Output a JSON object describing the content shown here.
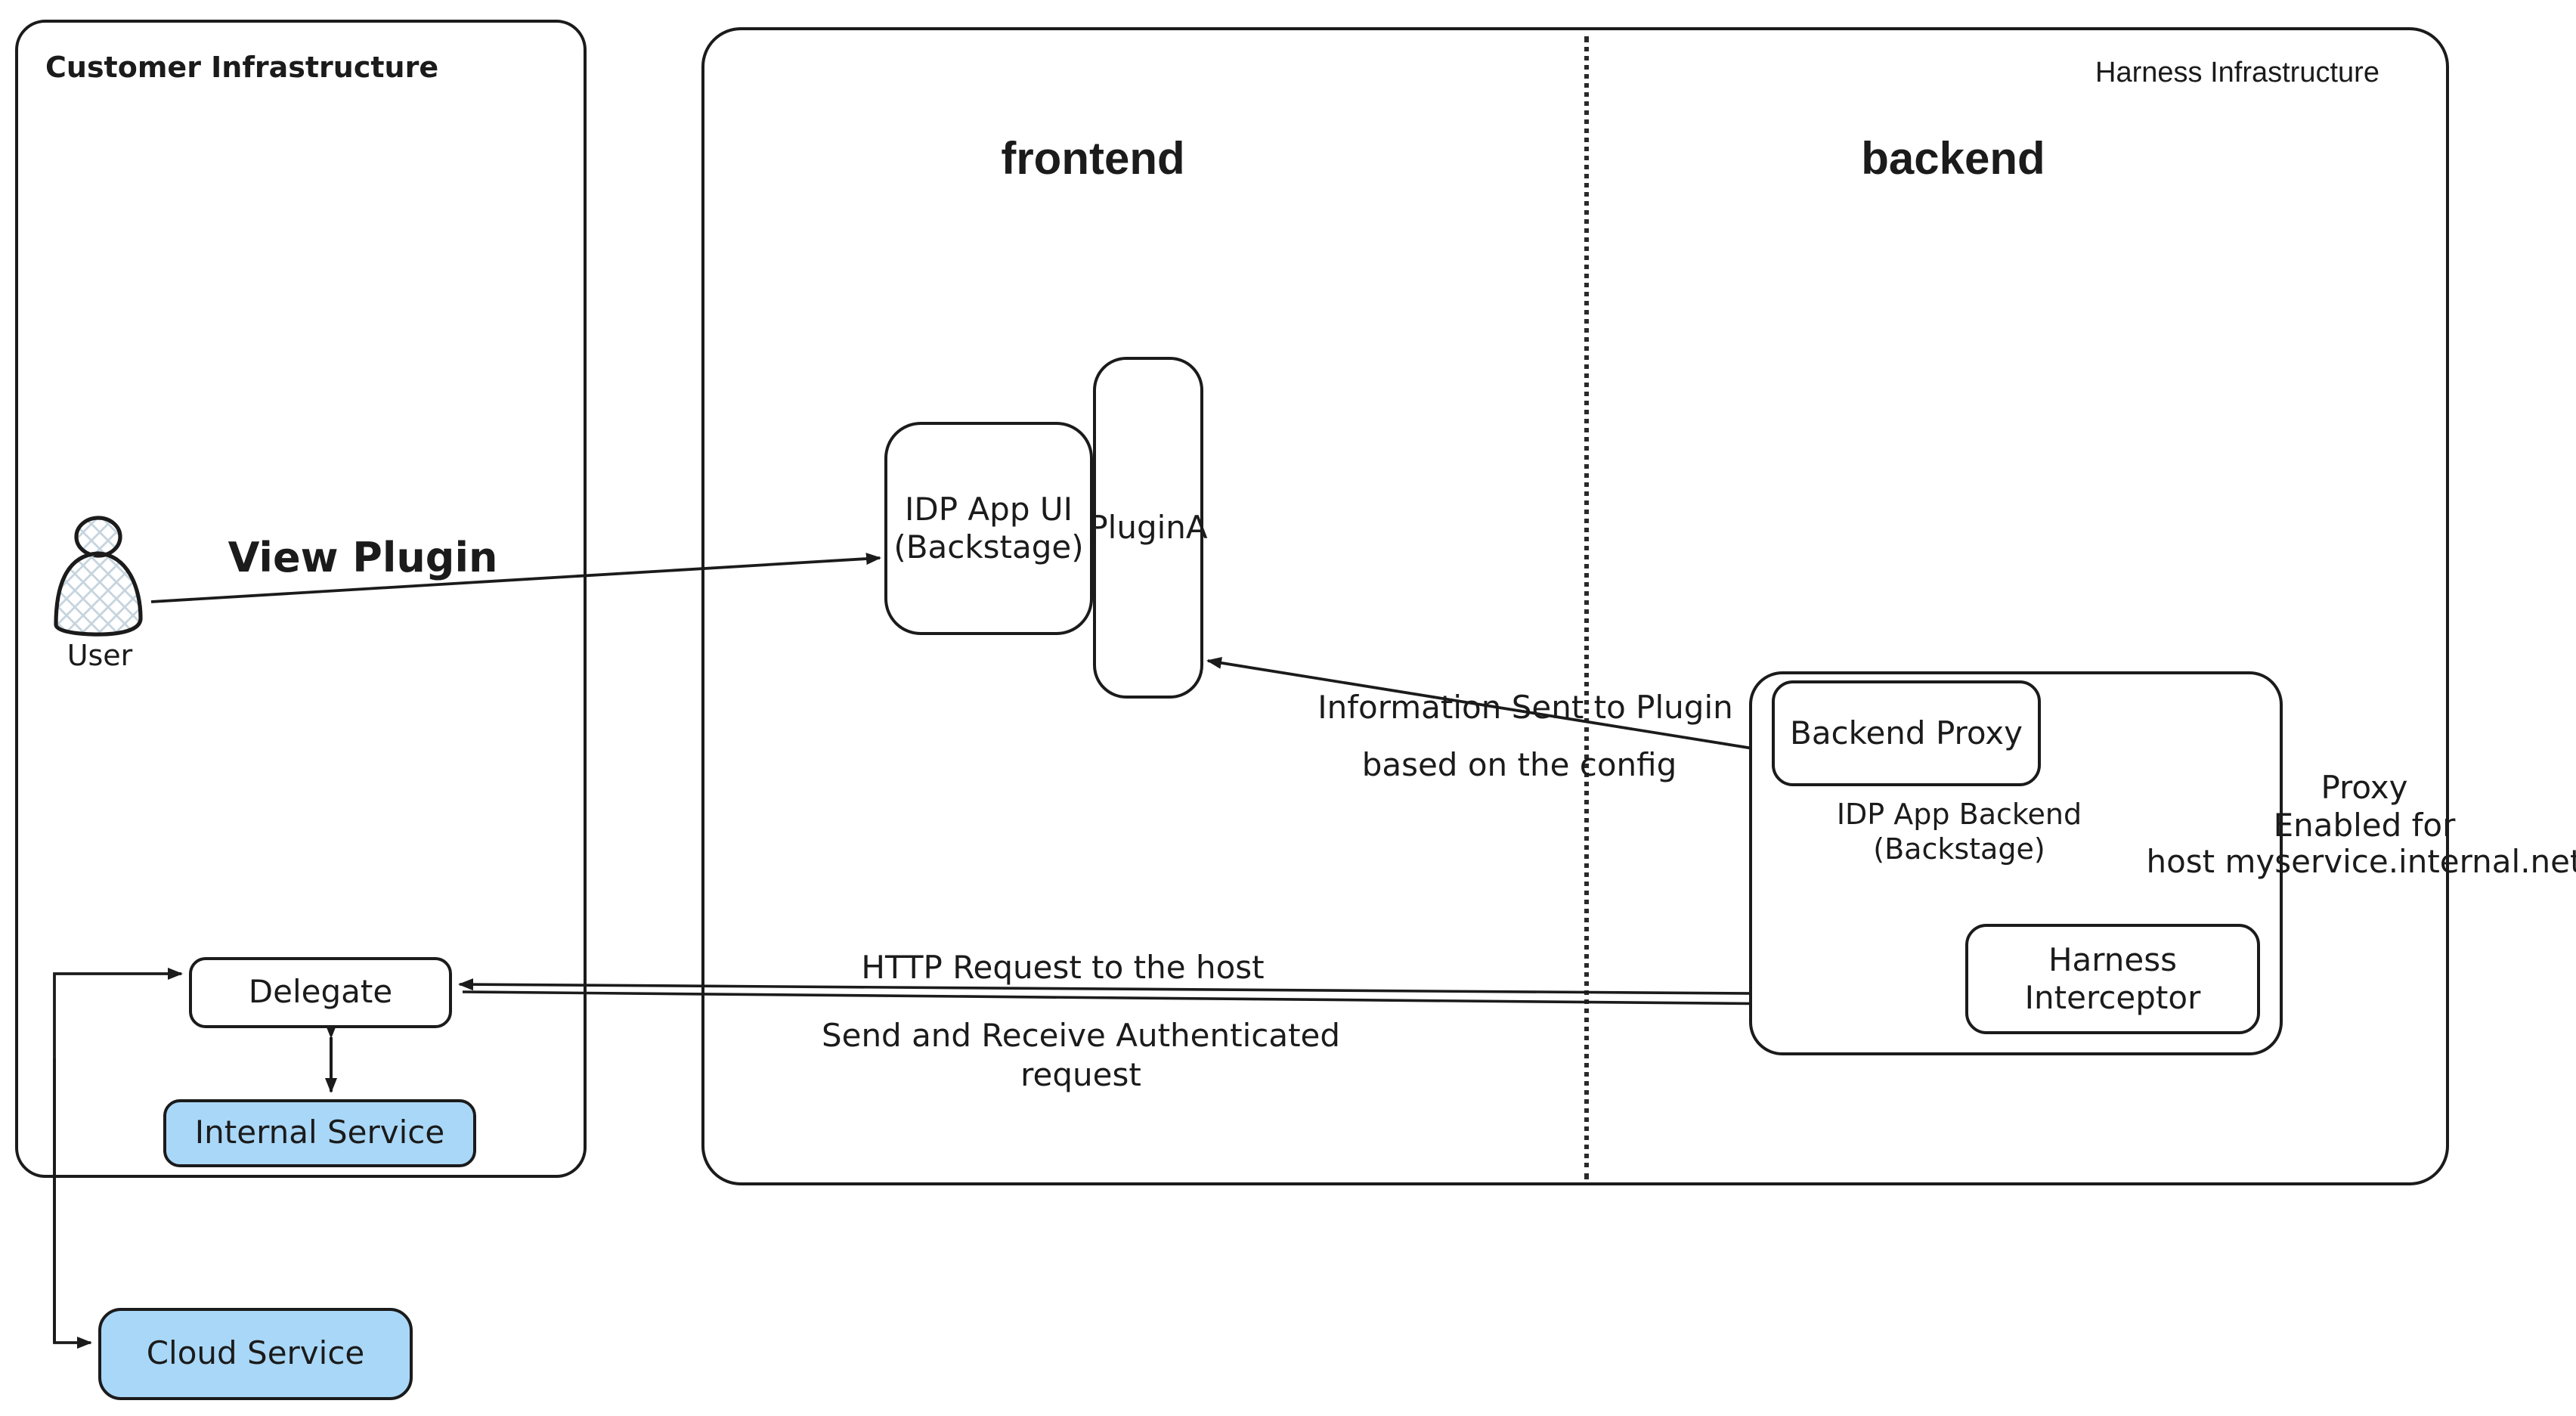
{
  "colors": {
    "stroke": "#1b1b1b",
    "service_fill": "#a9d7f7",
    "hatch": "#c6d4de"
  },
  "customer": {
    "title": "Customer Infrastructure",
    "user_label": "User"
  },
  "harness": {
    "title": "Harness Infrastructure",
    "frontend_label": "frontend",
    "backend_label": "backend"
  },
  "nodes": {
    "idp_app_ui": {
      "line1": "IDP App UI",
      "line2": "(Backstage)"
    },
    "plugin_a": {
      "label": "PluginA"
    },
    "backend_proxy": {
      "label": "Backend Proxy"
    },
    "idp_app_backend": {
      "line1": "IDP App Backend",
      "line2": "(Backstage)"
    },
    "harness_interceptor": {
      "line1": "Harness",
      "line2": "Interceptor"
    },
    "delegate": {
      "label": "Delegate"
    },
    "internal_service": {
      "label": "Internal Service"
    },
    "cloud_service": {
      "label": "Cloud Service"
    }
  },
  "edges": {
    "view_plugin": {
      "label": "View Plugin"
    },
    "info_sent": {
      "line1": "Information Sent to Plugin",
      "line2": "based on the config"
    },
    "http_request": {
      "label": "HTTP Request to the host"
    },
    "send_receive": {
      "line1": "Send and Receive Authenticated",
      "line2": "request"
    },
    "proxy_enabled": {
      "line1": "Proxy",
      "line2": "Enabled for",
      "line3": "host myservice.internal.net"
    }
  }
}
